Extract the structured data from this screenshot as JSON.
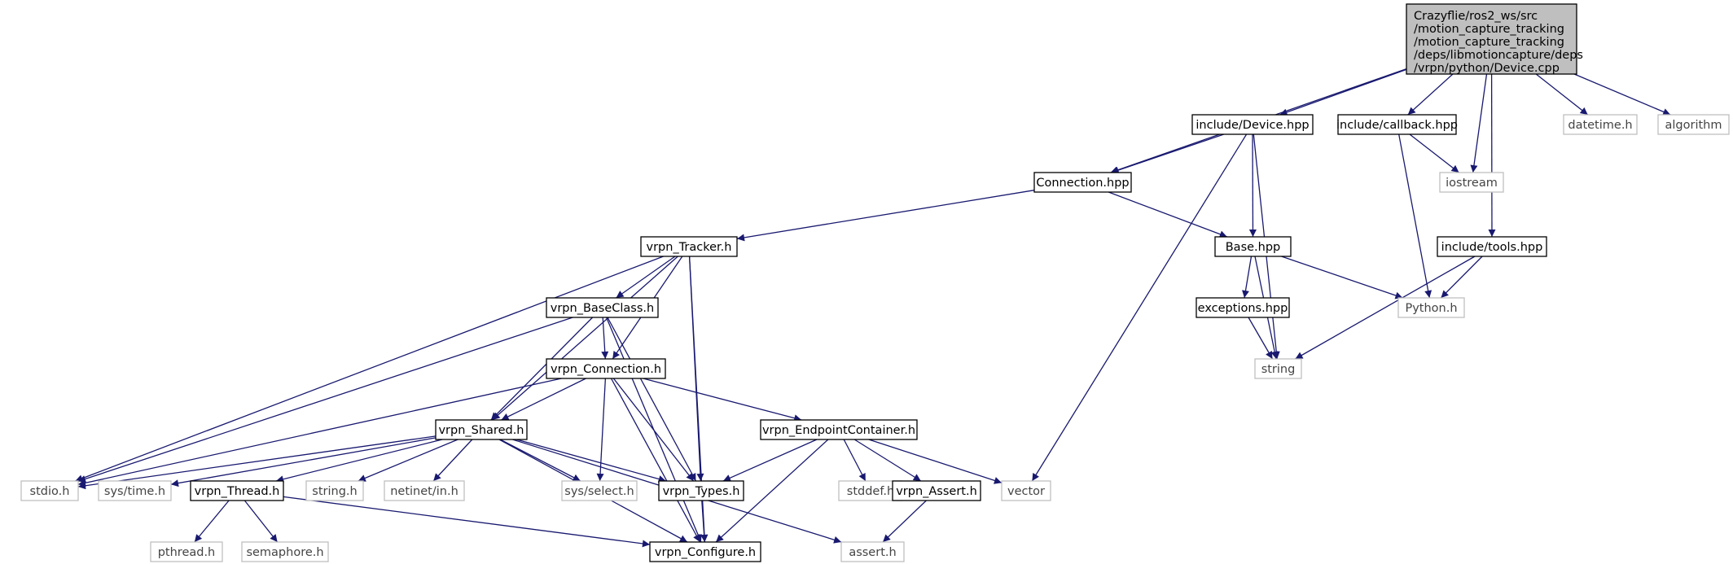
{
  "diagram": {
    "type": "include-dependency-graph",
    "colors": {
      "edge": "#191970",
      "root_fill": "#bfbfbf",
      "node_border": "#000000",
      "external_border": "#bfbfbf",
      "external_text": "#444444"
    },
    "root": {
      "id": "device_cpp",
      "lines": [
        "Crazyflie/ros2_ws/src",
        "/motion_capture_tracking",
        "/motion_capture_tracking",
        "/deps/libmotioncapture/deps",
        "/vrpn/python/Device.cpp"
      ]
    },
    "nodes": [
      {
        "id": "include_device_hpp",
        "label": "include/Device.hpp",
        "external": false
      },
      {
        "id": "include_callback_hpp",
        "label": "include/callback.hpp",
        "external": false
      },
      {
        "id": "iostream",
        "label": "iostream",
        "external": true
      },
      {
        "id": "datetime_h",
        "label": "datetime.h",
        "external": true
      },
      {
        "id": "algorithm",
        "label": "algorithm",
        "external": true
      },
      {
        "id": "connection_hpp",
        "label": "Connection.hpp",
        "external": false
      },
      {
        "id": "include_tools_hpp",
        "label": "include/tools.hpp",
        "external": false
      },
      {
        "id": "vrpn_tracker_h",
        "label": "vrpn_Tracker.h",
        "external": false
      },
      {
        "id": "base_hpp",
        "label": "Base.hpp",
        "external": false
      },
      {
        "id": "vrpn_baseclass_h",
        "label": "vrpn_BaseClass.h",
        "external": false
      },
      {
        "id": "exceptions_hpp",
        "label": "exceptions.hpp",
        "external": false
      },
      {
        "id": "python_h",
        "label": "Python.h",
        "external": true
      },
      {
        "id": "string",
        "label": "string",
        "external": true
      },
      {
        "id": "vrpn_connection_h",
        "label": "vrpn_Connection.h",
        "external": false
      },
      {
        "id": "vrpn_shared_h",
        "label": "vrpn_Shared.h",
        "external": false
      },
      {
        "id": "vrpn_endpointcontainer_h",
        "label": "vrpn_EndpointContainer.h",
        "external": false
      },
      {
        "id": "stdio_h",
        "label": "stdio.h",
        "external": true
      },
      {
        "id": "sys_time_h",
        "label": "sys/time.h",
        "external": true
      },
      {
        "id": "vrpn_thread_h",
        "label": "vrpn_Thread.h",
        "external": false
      },
      {
        "id": "string_h",
        "label": "string.h",
        "external": true
      },
      {
        "id": "netinet_in_h",
        "label": "netinet/in.h",
        "external": true
      },
      {
        "id": "sys_select_h",
        "label": "sys/select.h",
        "external": true
      },
      {
        "id": "vrpn_types_h",
        "label": "vrpn_Types.h",
        "external": false
      },
      {
        "id": "stddef_h",
        "label": "stddef.h",
        "external": true
      },
      {
        "id": "vrpn_assert_h",
        "label": "vrpn_Assert.h",
        "external": false
      },
      {
        "id": "vector",
        "label": "vector",
        "external": true
      },
      {
        "id": "pthread_h",
        "label": "pthread.h",
        "external": true
      },
      {
        "id": "semaphore_h",
        "label": "semaphore.h",
        "external": true
      },
      {
        "id": "vrpn_configure_h",
        "label": "vrpn_Configure.h",
        "external": false
      },
      {
        "id": "assert_h",
        "label": "assert.h",
        "external": true
      }
    ],
    "edges": [
      [
        "device_cpp",
        "include_device_hpp"
      ],
      [
        "device_cpp",
        "connection_hpp"
      ],
      [
        "device_cpp",
        "include_callback_hpp"
      ],
      [
        "device_cpp",
        "iostream"
      ],
      [
        "device_cpp",
        "include_tools_hpp"
      ],
      [
        "device_cpp",
        "datetime_h"
      ],
      [
        "device_cpp",
        "algorithm"
      ],
      [
        "include_device_hpp",
        "connection_hpp"
      ],
      [
        "include_device_hpp",
        "base_hpp"
      ],
      [
        "include_device_hpp",
        "string"
      ],
      [
        "include_device_hpp",
        "vector"
      ],
      [
        "include_callback_hpp",
        "iostream"
      ],
      [
        "include_callback_hpp",
        "python_h"
      ],
      [
        "include_tools_hpp",
        "python_h"
      ],
      [
        "include_tools_hpp",
        "string"
      ],
      [
        "connection_hpp",
        "vrpn_tracker_h"
      ],
      [
        "connection_hpp",
        "base_hpp"
      ],
      [
        "base_hpp",
        "exceptions_hpp"
      ],
      [
        "base_hpp",
        "python_h"
      ],
      [
        "base_hpp",
        "string"
      ],
      [
        "exceptions_hpp",
        "string"
      ],
      [
        "vrpn_tracker_h",
        "vrpn_baseclass_h"
      ],
      [
        "vrpn_tracker_h",
        "vrpn_connection_h"
      ],
      [
        "vrpn_tracker_h",
        "vrpn_shared_h"
      ],
      [
        "vrpn_tracker_h",
        "stdio_h"
      ],
      [
        "vrpn_tracker_h",
        "vrpn_types_h"
      ],
      [
        "vrpn_tracker_h",
        "vrpn_configure_h"
      ],
      [
        "vrpn_baseclass_h",
        "vrpn_connection_h"
      ],
      [
        "vrpn_baseclass_h",
        "vrpn_shared_h"
      ],
      [
        "vrpn_baseclass_h",
        "stdio_h"
      ],
      [
        "vrpn_baseclass_h",
        "vrpn_types_h"
      ],
      [
        "vrpn_baseclass_h",
        "vrpn_configure_h"
      ],
      [
        "vrpn_connection_h",
        "vrpn_shared_h"
      ],
      [
        "vrpn_connection_h",
        "vrpn_endpointcontainer_h"
      ],
      [
        "vrpn_connection_h",
        "stdio_h"
      ],
      [
        "vrpn_connection_h",
        "sys_select_h"
      ],
      [
        "vrpn_connection_h",
        "vrpn_types_h"
      ],
      [
        "vrpn_connection_h",
        "vrpn_configure_h"
      ],
      [
        "vrpn_shared_h",
        "stdio_h"
      ],
      [
        "vrpn_shared_h",
        "sys_time_h"
      ],
      [
        "vrpn_shared_h",
        "vrpn_thread_h"
      ],
      [
        "vrpn_shared_h",
        "string_h"
      ],
      [
        "vrpn_shared_h",
        "netinet_in_h"
      ],
      [
        "vrpn_shared_h",
        "sys_select_h"
      ],
      [
        "vrpn_shared_h",
        "vrpn_types_h"
      ],
      [
        "vrpn_shared_h",
        "vrpn_configure_h"
      ],
      [
        "vrpn_shared_h",
        "assert_h"
      ],
      [
        "vrpn_endpointcontainer_h",
        "stddef_h"
      ],
      [
        "vrpn_endpointcontainer_h",
        "vrpn_assert_h"
      ],
      [
        "vrpn_endpointcontainer_h",
        "vector"
      ],
      [
        "vrpn_endpointcontainer_h",
        "vrpn_types_h"
      ],
      [
        "vrpn_endpointcontainer_h",
        "vrpn_configure_h"
      ],
      [
        "vrpn_thread_h",
        "pthread_h"
      ],
      [
        "vrpn_thread_h",
        "semaphore_h"
      ],
      [
        "vrpn_thread_h",
        "vrpn_configure_h"
      ],
      [
        "vrpn_types_h",
        "vrpn_configure_h"
      ],
      [
        "vrpn_assert_h",
        "assert_h"
      ]
    ]
  }
}
